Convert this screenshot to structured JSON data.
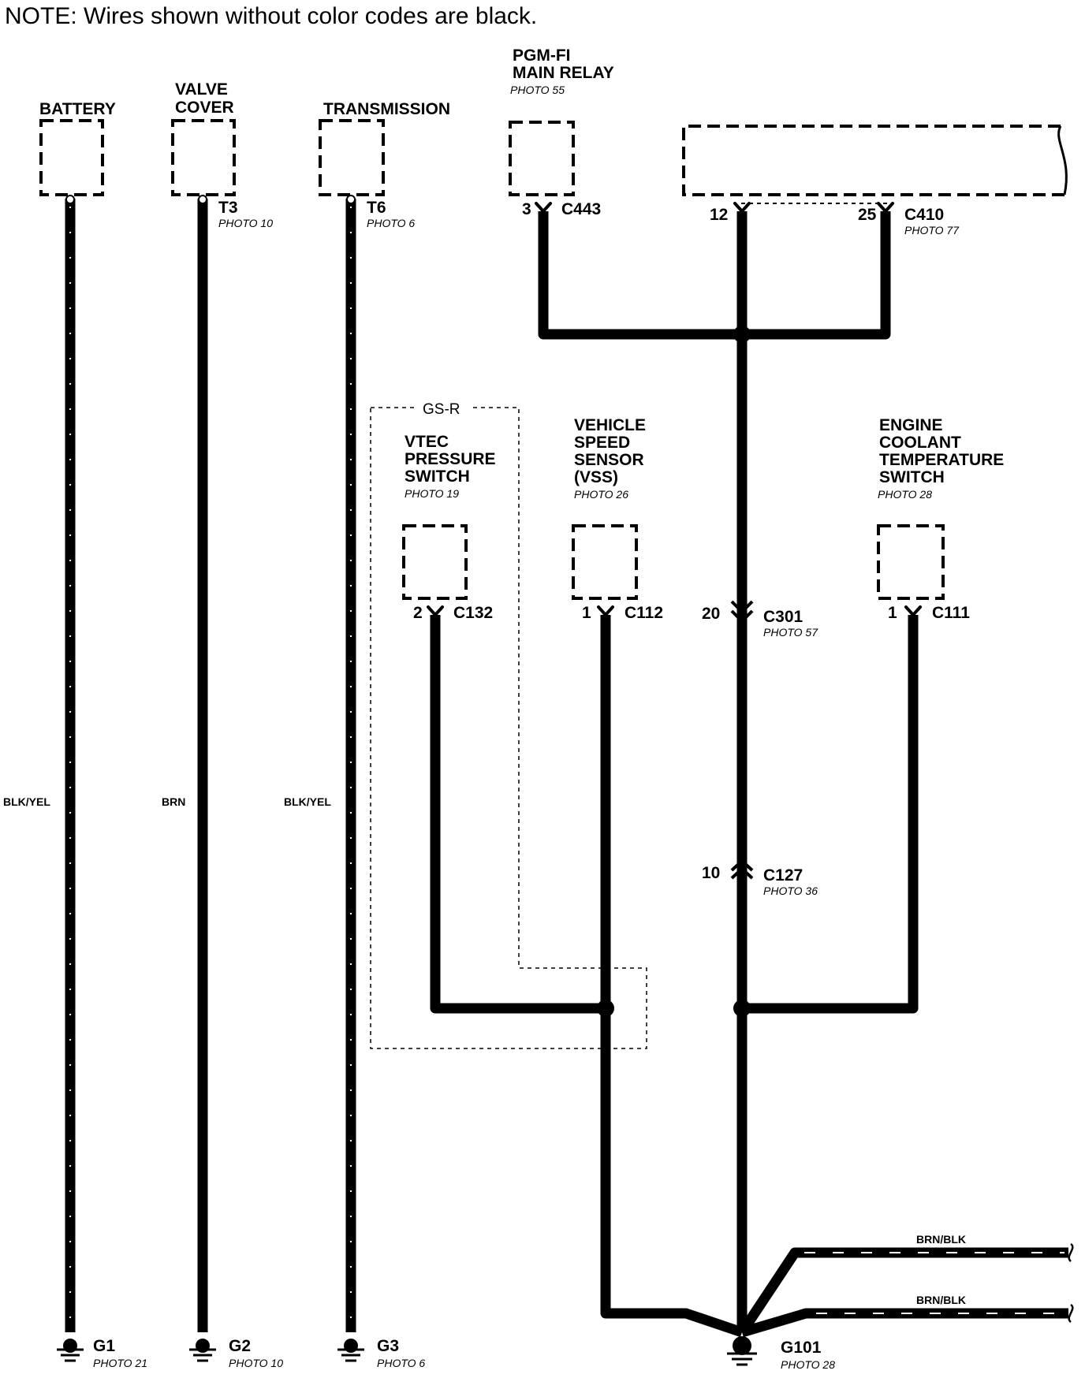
{
  "note": "NOTE: Wires shown without color codes are black.",
  "components": {
    "battery": {
      "name": "BATTERY",
      "terminal": "",
      "photo": ""
    },
    "valve_cover": {
      "name_line1": "VALVE",
      "name_line2": "COVER",
      "terminal": "T3",
      "photo": "PHOTO 10"
    },
    "transmission": {
      "name": "TRANSMISSION",
      "terminal": "T6",
      "photo": "PHOTO 6"
    },
    "pgm_fi_main_relay": {
      "name_line1": "PGM-FI",
      "name_line2": "MAIN RELAY",
      "photo": "PHOTO 55",
      "pin": "3",
      "connector": "C443"
    },
    "ecm": {
      "pin_a": "12",
      "pin_b": "25",
      "connector": "C410",
      "photo": "PHOTO 77"
    },
    "vtec_pressure_switch": {
      "option": "GS-R",
      "name_line1": "VTEC",
      "name_line2": "PRESSURE",
      "name_line3": "SWITCH",
      "photo": "PHOTO 19",
      "pin": "2",
      "connector": "C132"
    },
    "vss": {
      "name_line1": "VEHICLE",
      "name_line2": "SPEED",
      "name_line3": "SENSOR",
      "name_line4": "(VSS)",
      "photo": "PHOTO 26",
      "pin": "1",
      "connector": "C112"
    },
    "ect_switch": {
      "name_line1": "ENGINE",
      "name_line2": "COOLANT",
      "name_line3": "TEMPERATURE",
      "name_line4": "SWITCH",
      "photo": "PHOTO 28",
      "pin": "1",
      "connector": "C111"
    }
  },
  "inline_connectors": [
    {
      "pin": "20",
      "connector": "C301",
      "photo": "PHOTO 57"
    },
    {
      "pin": "10",
      "connector": "C127",
      "photo": "PHOTO 36"
    }
  ],
  "wire_colors": {
    "battery": "BLK/YEL",
    "valve_cover": "BRN",
    "transmission": "BLK/YEL",
    "branch_upper": "BRN/BLK",
    "branch_lower": "BRN/BLK"
  },
  "grounds": [
    {
      "name": "G1",
      "photo": "PHOTO 21"
    },
    {
      "name": "G2",
      "photo": "PHOTO 10"
    },
    {
      "name": "G3",
      "photo": "PHOTO 6"
    },
    {
      "name": "G101",
      "photo": "PHOTO 28"
    }
  ]
}
